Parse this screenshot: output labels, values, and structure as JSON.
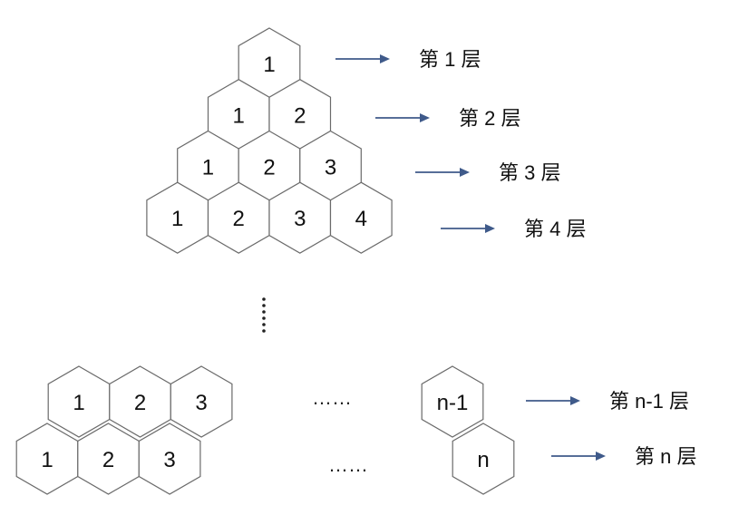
{
  "pyramid": {
    "rows": [
      [
        "1"
      ],
      [
        "1",
        "2"
      ],
      [
        "1",
        "2",
        "3"
      ],
      [
        "1",
        "2",
        "3",
        "4"
      ]
    ],
    "labels": [
      "第 1 层",
      "第 2 层",
      "第 3 层",
      "第 4 层"
    ]
  },
  "bottom": {
    "upper_row": [
      "1",
      "2",
      "3"
    ],
    "lower_row": [
      "1",
      "2",
      "3"
    ],
    "ellipsis_upper": "……",
    "ellipsis_lower": "……",
    "last_upper": "n-1",
    "last_lower": "n",
    "label_upper": "第 n-1 层",
    "label_lower": "第 n 层"
  },
  "colors": {
    "arrow": "#3f5a8a",
    "hex_stroke": "#6a6a6a"
  }
}
